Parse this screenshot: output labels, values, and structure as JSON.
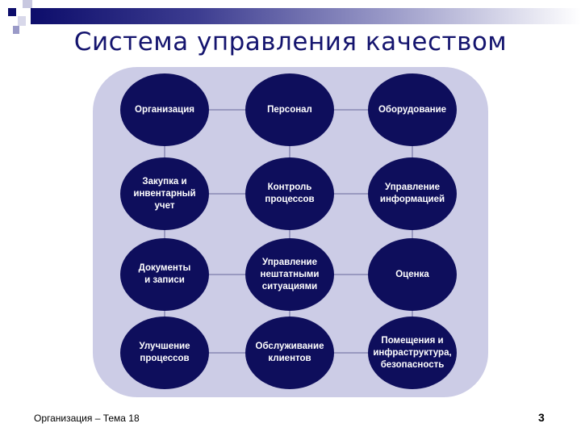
{
  "title": "Система управления качеством",
  "nodes": [
    "Организация",
    "Персонал",
    "Оборудование",
    "Закупка и\nинвентарный\nучет",
    "Контроль\nпроцессов",
    "Управление\nинформацией",
    "Документы\nи записи",
    "Управление\nнештатными\nситуациями",
    "Оценка",
    "Улучшение\nпроцессов",
    "Обслуживание\nклиентов",
    "Помещения и\nинфраструктура,\nбезопасность"
  ],
  "footer": "Организация – Тема 18",
  "page_number": "3",
  "colors": {
    "node": "#0e0e5c",
    "panel": "#cccce6",
    "title": "#14146e"
  }
}
